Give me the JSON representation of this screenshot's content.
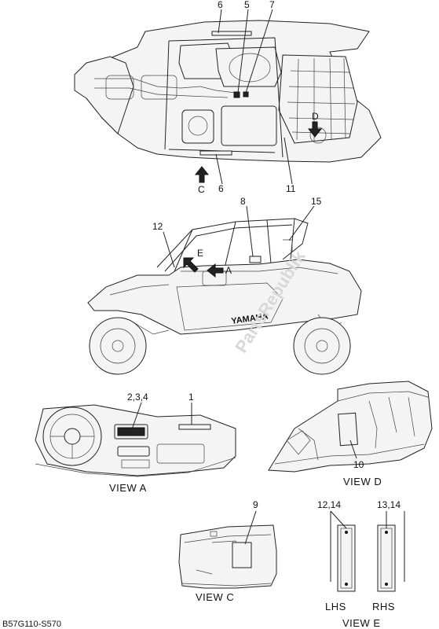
{
  "callouts": {
    "n1": "1",
    "n234": "2,3,4",
    "n5": "5",
    "n6a": "6",
    "n6b": "6",
    "n7": "7",
    "n8": "8",
    "n9": "9",
    "n10": "10",
    "n11": "11",
    "n1214": "12,14",
    "n12": "12",
    "n1314": "13,14",
    "n15": "15"
  },
  "arrows": {
    "C": "C",
    "D": "D",
    "A": "A",
    "E": "E"
  },
  "views": {
    "view_a": "VIEW A",
    "view_c": "VIEW C",
    "view_d": "VIEW D",
    "view_e": "VIEW E",
    "lhs": "LHS",
    "rhs": "RHS"
  },
  "vehicle_logo": "YAMAHA",
  "watermark": "PartsRepublik",
  "diagram_code": "B57G110-S570"
}
